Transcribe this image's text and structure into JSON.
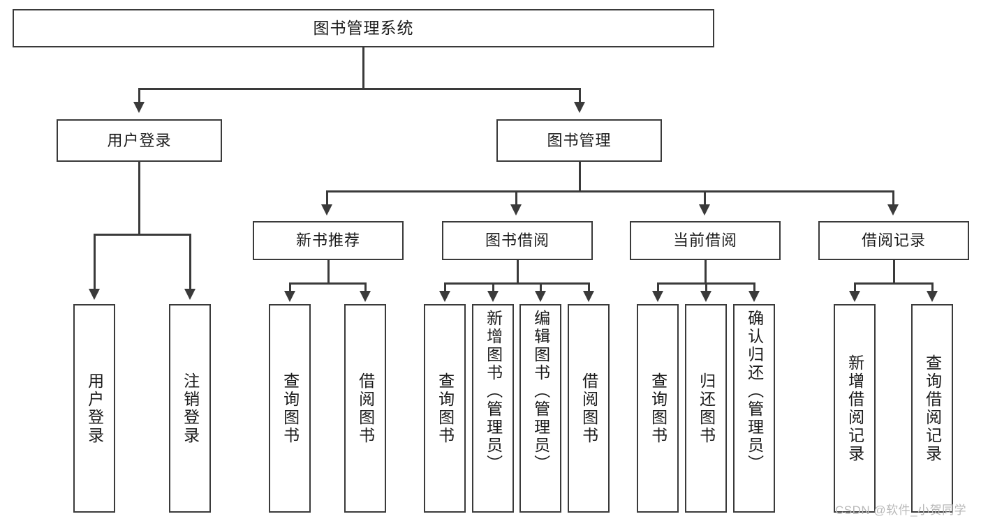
{
  "diagram": {
    "title": "图书管理系统",
    "root": {
      "label": "图书管理系统"
    },
    "level2": [
      {
        "label": "用户登录"
      },
      {
        "label": "图书管理"
      }
    ],
    "level3": [
      {
        "label": "新书推荐"
      },
      {
        "label": "图书借阅"
      },
      {
        "label": "当前借阅"
      },
      {
        "label": "借阅记录"
      }
    ],
    "leaves": [
      {
        "label": "用户登录",
        "parent": "用户登录"
      },
      {
        "label": "注销登录",
        "parent": "用户登录"
      },
      {
        "label": "查询图书",
        "parent": "新书推荐"
      },
      {
        "label": "借阅图书",
        "parent": "新书推荐"
      },
      {
        "label": "查询图书",
        "parent": "图书借阅"
      },
      {
        "label": "新增图书（管理员）",
        "parent": "图书借阅"
      },
      {
        "label": "编辑图书（管理员）",
        "parent": "图书借阅"
      },
      {
        "label": "借阅图书",
        "parent": "图书借阅"
      },
      {
        "label": "查询图书",
        "parent": "当前借阅"
      },
      {
        "label": "归还图书",
        "parent": "当前借阅"
      },
      {
        "label": "确认归还（管理员）",
        "parent": "当前借阅"
      },
      {
        "label": "新增借阅记录",
        "parent": "借阅记录"
      },
      {
        "label": "查询借阅记录",
        "parent": "借阅记录"
      }
    ],
    "watermark": "CSDN @软件_小贺同学",
    "colors": {
      "stroke": "#3a3a3a",
      "text": "#1b1b1b",
      "background": "#ffffff",
      "watermark": "#b9b9b9"
    }
  }
}
